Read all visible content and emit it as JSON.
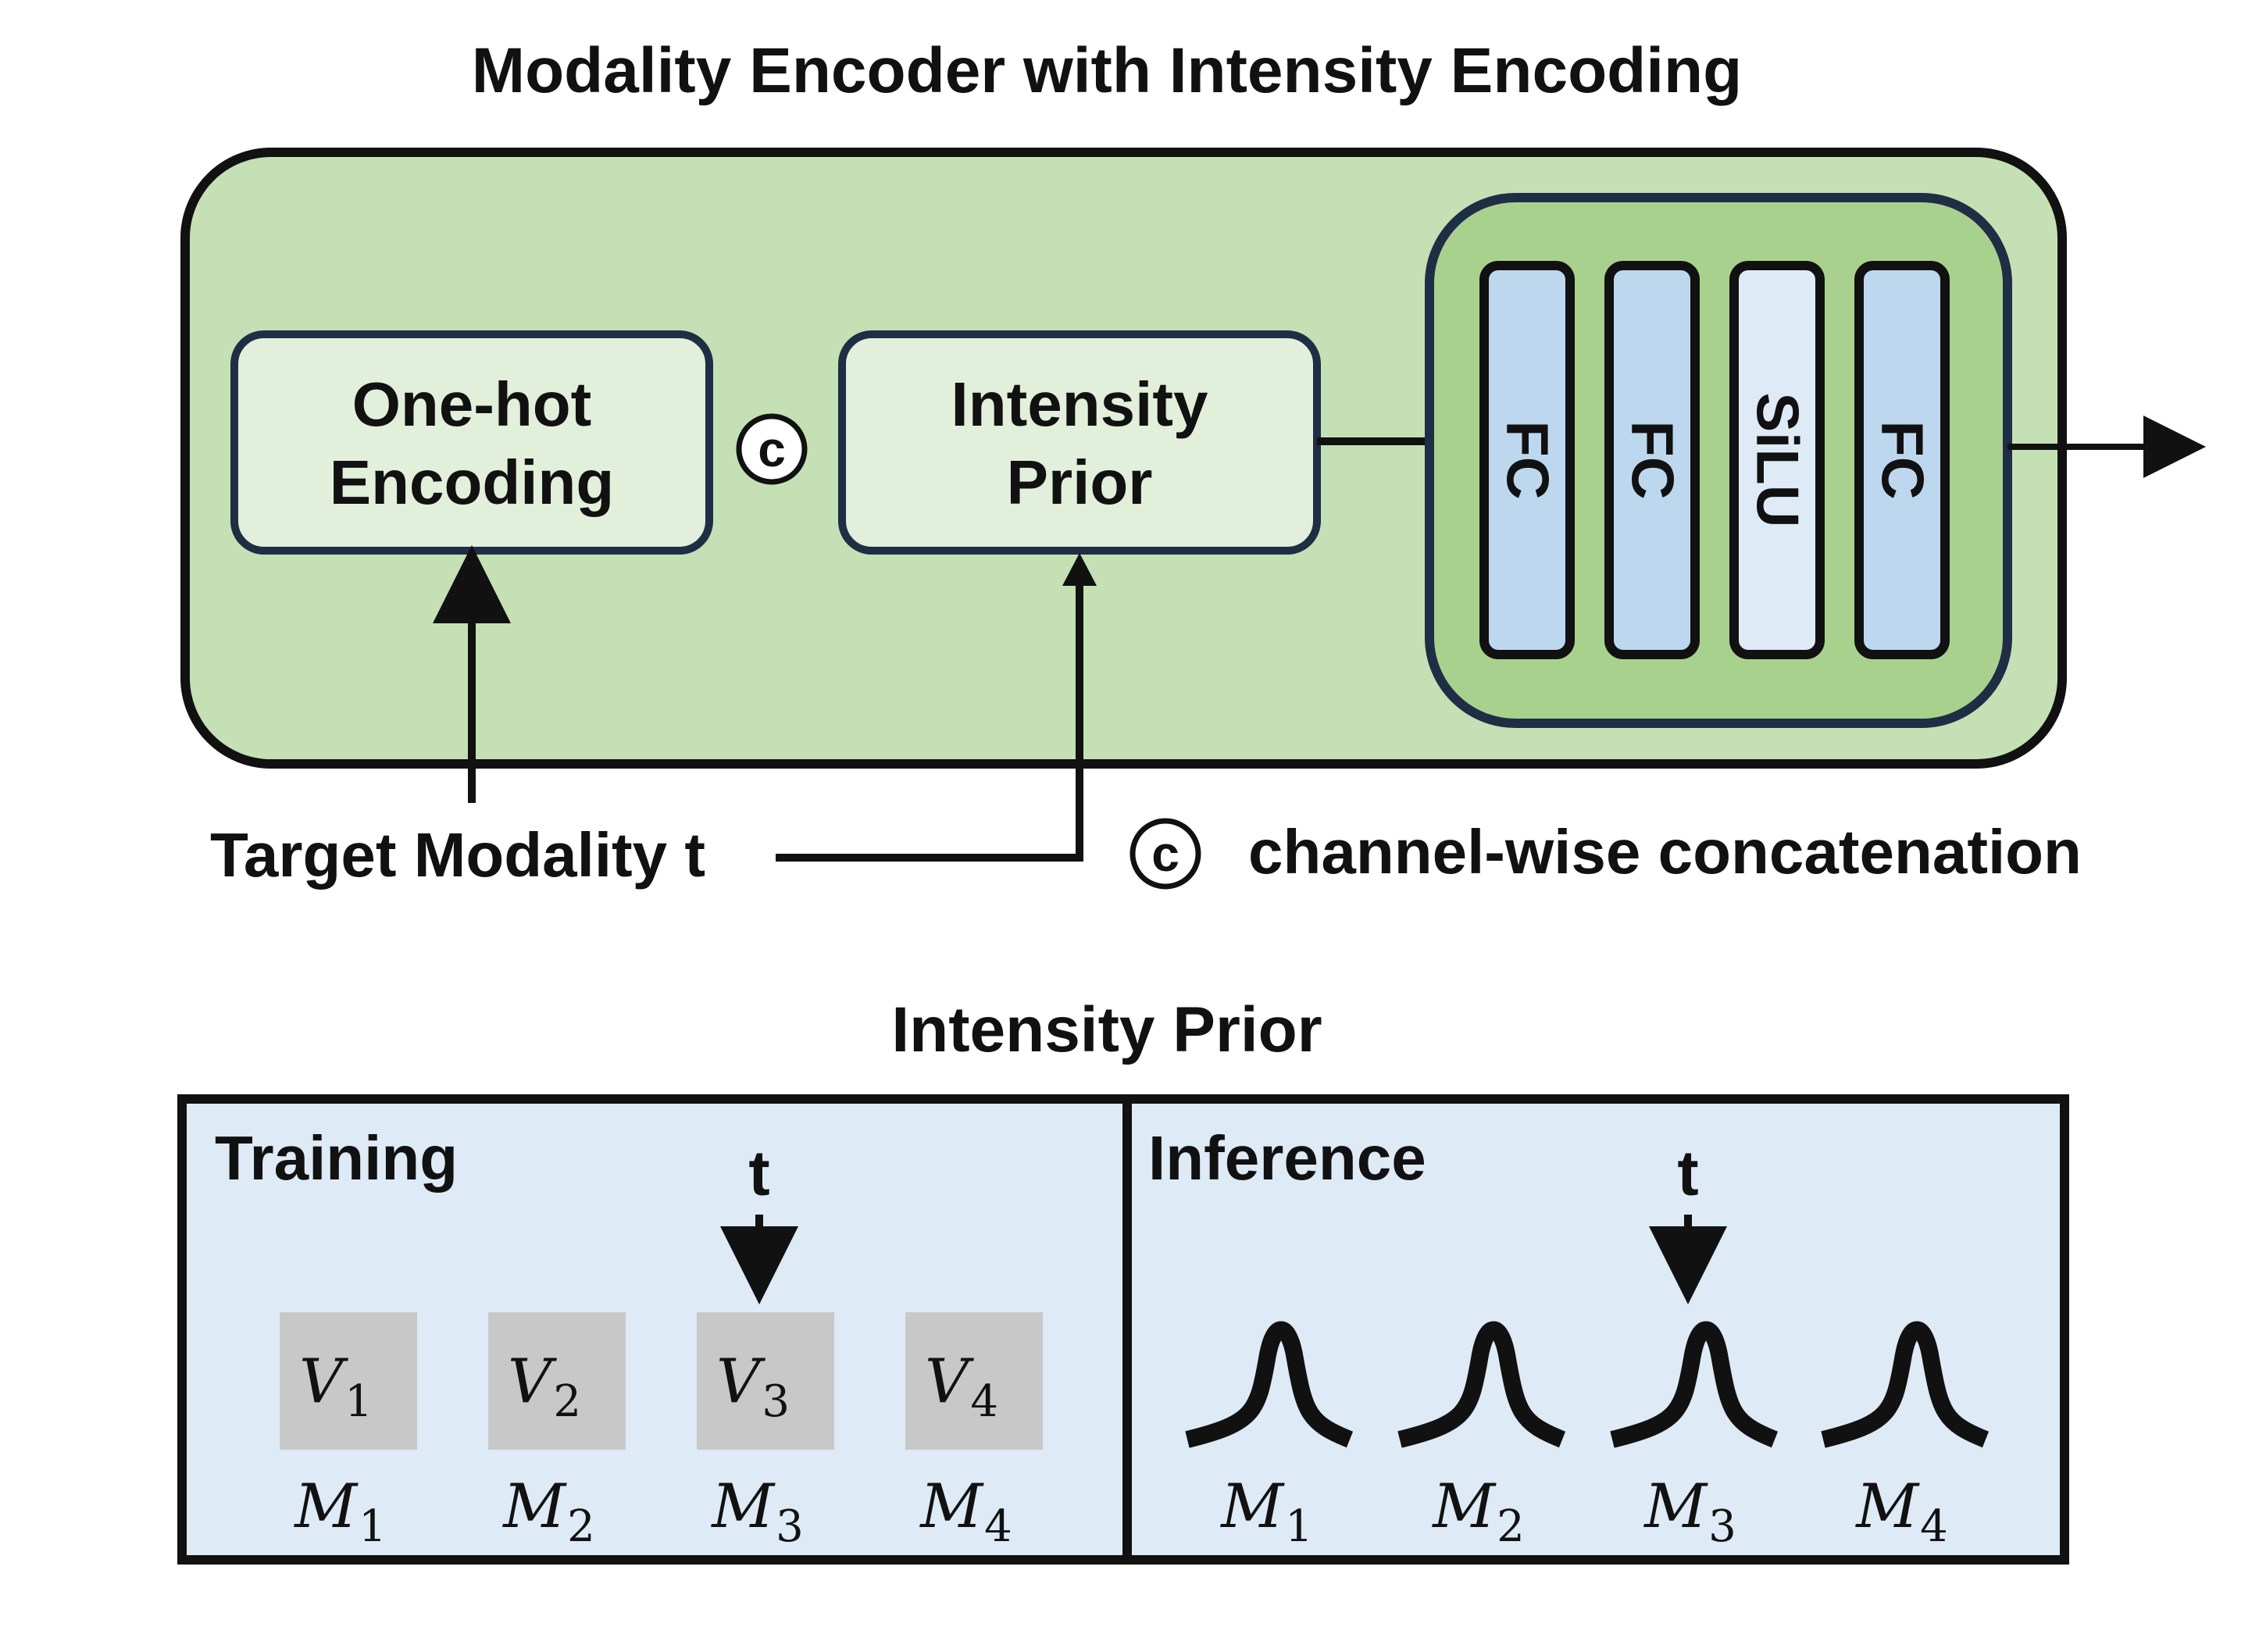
{
  "top": {
    "title": "Modality Encoder with Intensity Encoding",
    "onehot_line1": "One-hot",
    "onehot_line2": "Encoding",
    "concat_symbol": "c",
    "prior_line1": "Intensity",
    "prior_line2": "Prior",
    "mlp_layers": [
      "FC",
      "FC",
      "SiLU",
      "FC"
    ],
    "target_label": "Target Modality t",
    "legend_symbol": "c",
    "legend_text": "channel-wise concatenation"
  },
  "bottom": {
    "title": "Intensity Prior",
    "training_label": "Training",
    "inference_label": "Inference",
    "t_label": "t",
    "values": [
      {
        "base": "V",
        "sub": "1"
      },
      {
        "base": "V",
        "sub": "2"
      },
      {
        "base": "V",
        "sub": "3"
      },
      {
        "base": "V",
        "sub": "4"
      }
    ],
    "modalities": [
      {
        "base": "M",
        "sub": "1"
      },
      {
        "base": "M",
        "sub": "2"
      },
      {
        "base": "M",
        "sub": "3"
      },
      {
        "base": "M",
        "sub": "4"
      }
    ],
    "selected_index": 2
  },
  "colors": {
    "outer_green": "#c5e0b4",
    "inner_green": "#a9d18e",
    "light_green": "#e2efda",
    "fc_blue": "#bdd7ee",
    "silu_blue": "#deebf7",
    "panel_blue": "#deeaf6",
    "value_gray": "#c8c8c8",
    "border_navy": "#1f2d45"
  }
}
